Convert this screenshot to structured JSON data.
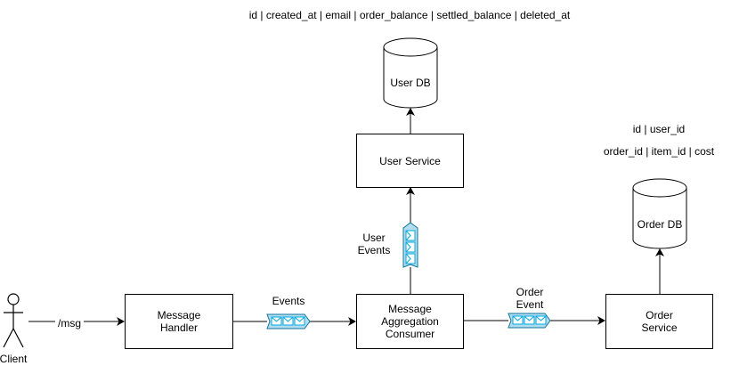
{
  "client": {
    "label": "Client"
  },
  "edges": {
    "msg_route": "/msg",
    "events": "Events",
    "user_events": "User\nEvents",
    "order_event": "Order\nEvent"
  },
  "nodes": {
    "message_handler": "Message\nHandler",
    "aggregation_consumer": "Message\nAggregation\nConsumer",
    "user_service": "User Service",
    "order_service": "Order\nService",
    "user_db": "User DB",
    "order_db": "Order DB"
  },
  "schemas": {
    "user_table": "id | created_at | email | order_balance | settled_balance | deleted_at",
    "order_table": "id | user_id",
    "order_item_table": "order_id | item_id | cost"
  },
  "colors": {
    "queue_fill": "#b1ddf0",
    "queue_stroke": "#10739e",
    "queue_icon": "#00a9e0",
    "line": "#000000"
  },
  "icons": {
    "queue": "message-queue-icon",
    "person": "stick-figure-icon",
    "database": "cylinder-icon"
  }
}
